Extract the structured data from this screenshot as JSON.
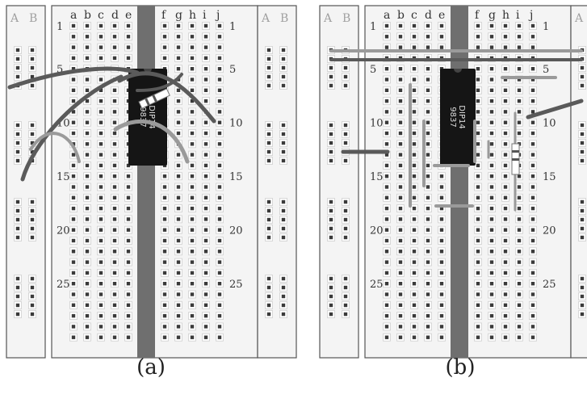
{
  "figure": {
    "captions": [
      "(a)",
      "(b)"
    ],
    "chip_label_lines": [
      "DIP14",
      "9837"
    ]
  },
  "breadboard": {
    "rail_labels": [
      "A",
      "B"
    ],
    "column_labels_left": [
      "a",
      "b",
      "c",
      "d",
      "e"
    ],
    "column_labels_right": [
      "f",
      "g",
      "h",
      "i",
      "j"
    ],
    "row_numbers": [
      "1",
      "5",
      "10",
      "15",
      "20",
      "25"
    ]
  },
  "colors": {
    "board": "#f4f4f4",
    "outline": "#555555",
    "hole": "#3a3a3a",
    "hole_frame": "#cfcfcf",
    "channel": "#6f6f6f",
    "chip": "#151515",
    "wire": "#5a5a5a",
    "wire_light": "#9a9a9a",
    "text": "#333333",
    "rail_text": "#a0a0a0"
  }
}
